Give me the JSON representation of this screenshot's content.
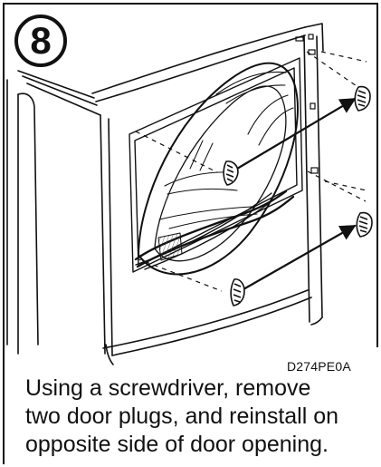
{
  "step": {
    "number": "8"
  },
  "figure": {
    "code": "D274PE0A"
  },
  "caption": {
    "lines": [
      "Using a screwdriver, remove",
      "two door plugs, and reinstall  on",
      "opposite side of door opening."
    ]
  },
  "icons": {
    "door_plug": "door-plug-icon",
    "arrow": "arrow-icon"
  }
}
